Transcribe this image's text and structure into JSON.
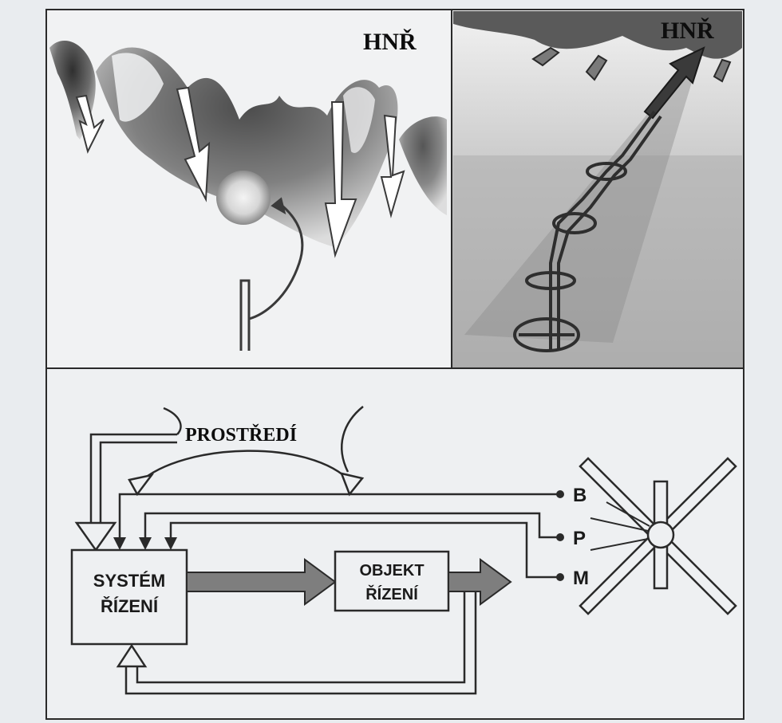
{
  "panels": {
    "top_left_label": "HNŘ",
    "top_right_label": "HNŘ"
  },
  "diagram": {
    "environment_label": "PROSTŘEDÍ",
    "control_system_line1": "SYSTÉM",
    "control_system_line2": "ŘÍZENÍ",
    "controlled_object_line1": "OBJEKT",
    "controlled_object_line2": "ŘÍZENÍ",
    "output_B": "B",
    "output_P": "P",
    "output_M": "M"
  }
}
